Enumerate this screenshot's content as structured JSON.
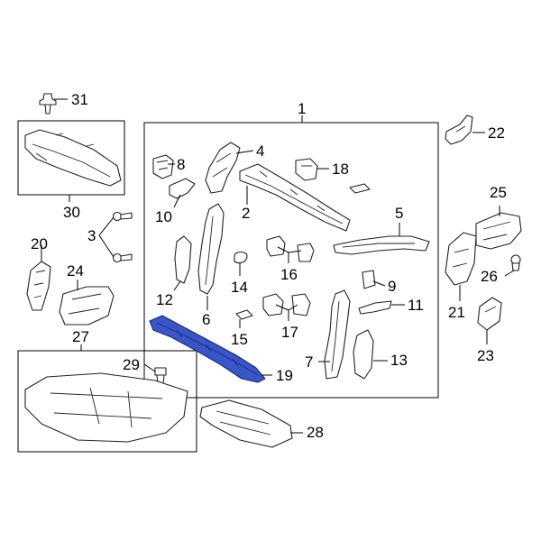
{
  "diagram": {
    "highlight_color": "#3a55c8",
    "line_color": "#222222",
    "callouts": {
      "c1": "1",
      "c2": "2",
      "c3": "3",
      "c4": "4",
      "c5": "5",
      "c6": "6",
      "c7": "7",
      "c8": "8",
      "c9": "9",
      "c10": "10",
      "c11": "11",
      "c12": "12",
      "c13": "13",
      "c14": "14",
      "c15": "15",
      "c16": "16",
      "c17": "17",
      "c18": "18",
      "c19": "19",
      "c20": "20",
      "c21": "21",
      "c22": "22",
      "c23": "23",
      "c24": "24",
      "c25": "25",
      "c26": "26",
      "c27": "27",
      "c28": "28",
      "c29": "29",
      "c30": "30",
      "c31": "31"
    }
  }
}
